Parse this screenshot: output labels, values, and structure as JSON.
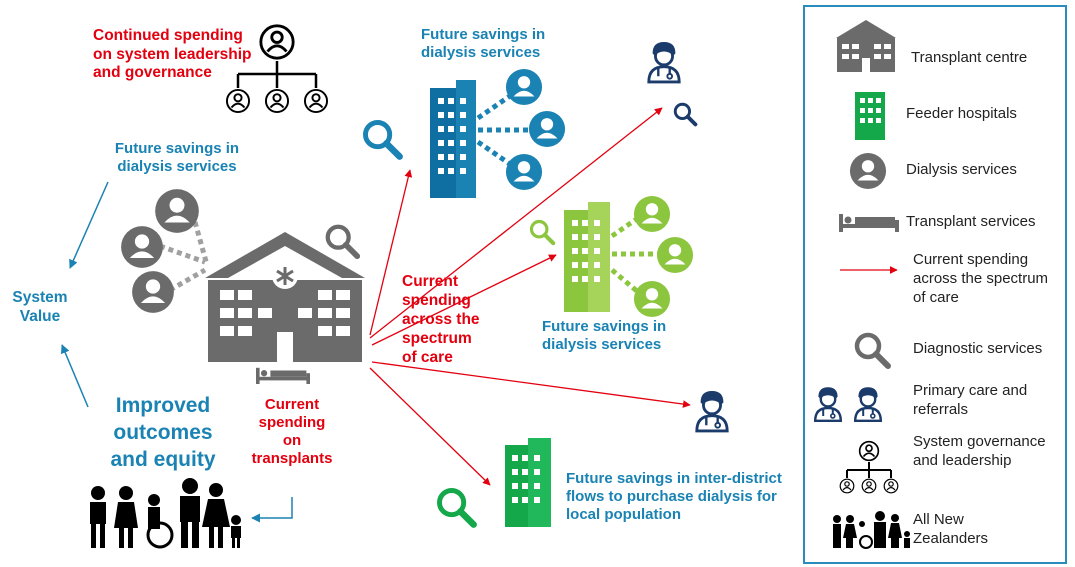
{
  "colors": {
    "red": "#e3000f",
    "blue": "#1a83b3",
    "dark_blue": "#0f6fa3",
    "grey": "#6b6b6b",
    "green": "#14a84a",
    "light_green": "#8cc63f",
    "legend_border": "#2a8bbd"
  },
  "labels": {
    "continued_spending": "Continued spending on system leadership and governance",
    "future_savings_top": "Future savings in dialysis services",
    "future_savings_left": "Future savings in dialysis services",
    "system_value": "System Value",
    "improved_outcomes": "Improved outcomes and equity",
    "current_spending_mid": "Current spending across the spectrum of care",
    "current_spending_transplants": "Current spending on transplants",
    "future_savings_green": "Future savings in dialysis services",
    "future_savings_interdistrict": "Future savings in inter-district flows to purchase dialysis for local population"
  },
  "legend": {
    "items": [
      {
        "icon": "transplant-centre-icon",
        "label": "Transplant centre"
      },
      {
        "icon": "feeder-hospital-icon",
        "label": "Feeder hospitals"
      },
      {
        "icon": "dialysis-person-icon",
        "label": "Dialysis services"
      },
      {
        "icon": "transplant-bed-icon",
        "label": "Transplant services"
      },
      {
        "icon": "red-arrow-icon",
        "label": "Current spending across the spectrum of care"
      },
      {
        "icon": "magnifier-icon",
        "label": "Diagnostic services"
      },
      {
        "icon": "doctors-icon",
        "label": "Primary care and referrals"
      },
      {
        "icon": "org-chart-icon",
        "label": "System governance and leadership"
      },
      {
        "icon": "family-icon",
        "label": "All New Zealanders"
      }
    ]
  }
}
